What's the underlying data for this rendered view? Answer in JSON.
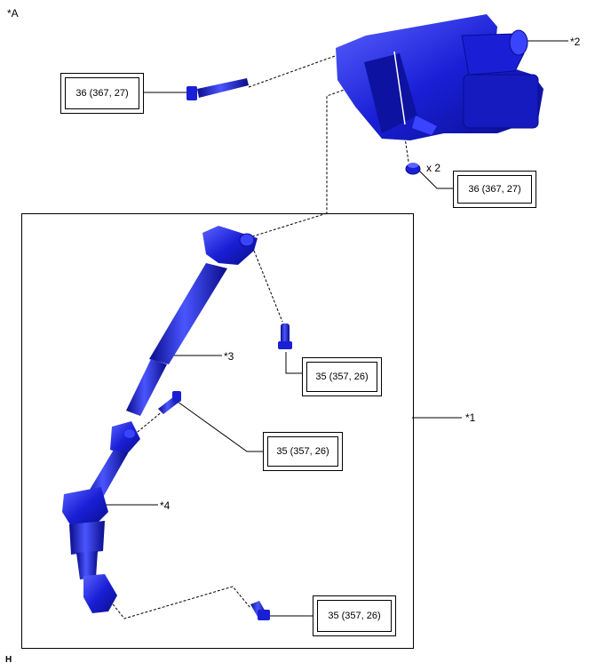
{
  "view_label": "*A",
  "callouts": {
    "c1": "*1",
    "c2": "*2",
    "c3": "*3",
    "c4": "*4"
  },
  "torques": {
    "t_top_bolt": "36 (367, 27)",
    "t_top_nut": "36 (367, 27)",
    "t_upper_bolt": "35 (357, 26)",
    "t_mid_bolt": "35 (357, 26)",
    "t_low_bolt": "35 (357, 26)"
  },
  "quantity": "x 2",
  "footer_code": "H",
  "colors": {
    "part_blue": "#1a1fd6",
    "part_dark": "#0a0d8a",
    "part_light": "#5a63ff"
  }
}
